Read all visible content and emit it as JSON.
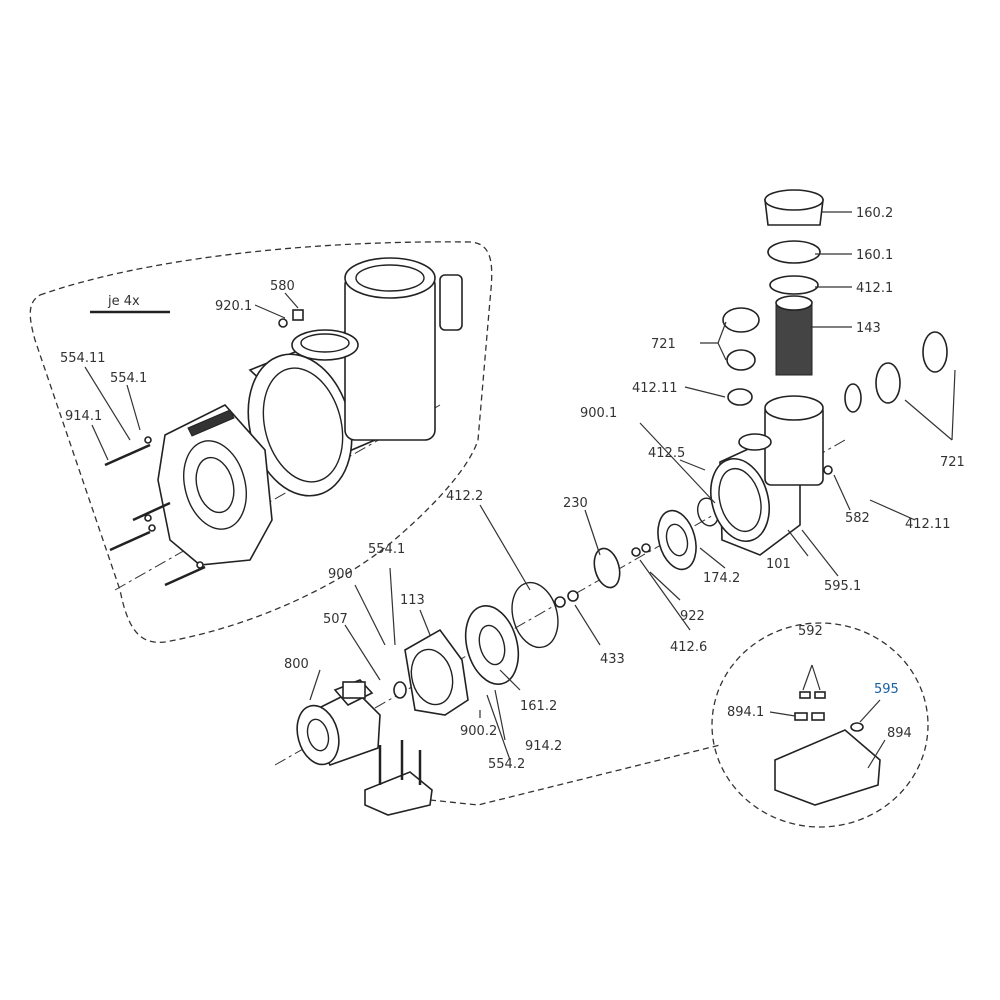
{
  "diagram": {
    "inset_note": "je 4x",
    "labels": {
      "p160_2": "160.2",
      "p160_1": "160.1",
      "p412_1": "412.1",
      "p143": "143",
      "p721_top": "721",
      "p412_11_left": "412.11",
      "p900_1": "900.1",
      "p412_5": "412.5",
      "p721_right": "721",
      "p582": "582",
      "p412_11_right": "412.11",
      "p101": "101",
      "p595_1": "595.1",
      "p174_2": "174.2",
      "p230": "230",
      "p412_2": "412.2",
      "p922": "922",
      "p412_6": "412.6",
      "p433": "433",
      "p580": "580",
      "p920_1": "920.1",
      "p554_11": "554.11",
      "p554_1_top": "554.1",
      "p914_1": "914.1",
      "p554_1": "554.1",
      "p900": "900",
      "p113": "113",
      "p507": "507",
      "p800": "800",
      "p161_2": "161.2",
      "p900_2": "900.2",
      "p914_2": "914.2",
      "p554_2": "554.2",
      "p592": "592",
      "p595": "595",
      "p894_1": "894.1",
      "p894": "894"
    },
    "highlight_color": "#1a5fa0"
  }
}
